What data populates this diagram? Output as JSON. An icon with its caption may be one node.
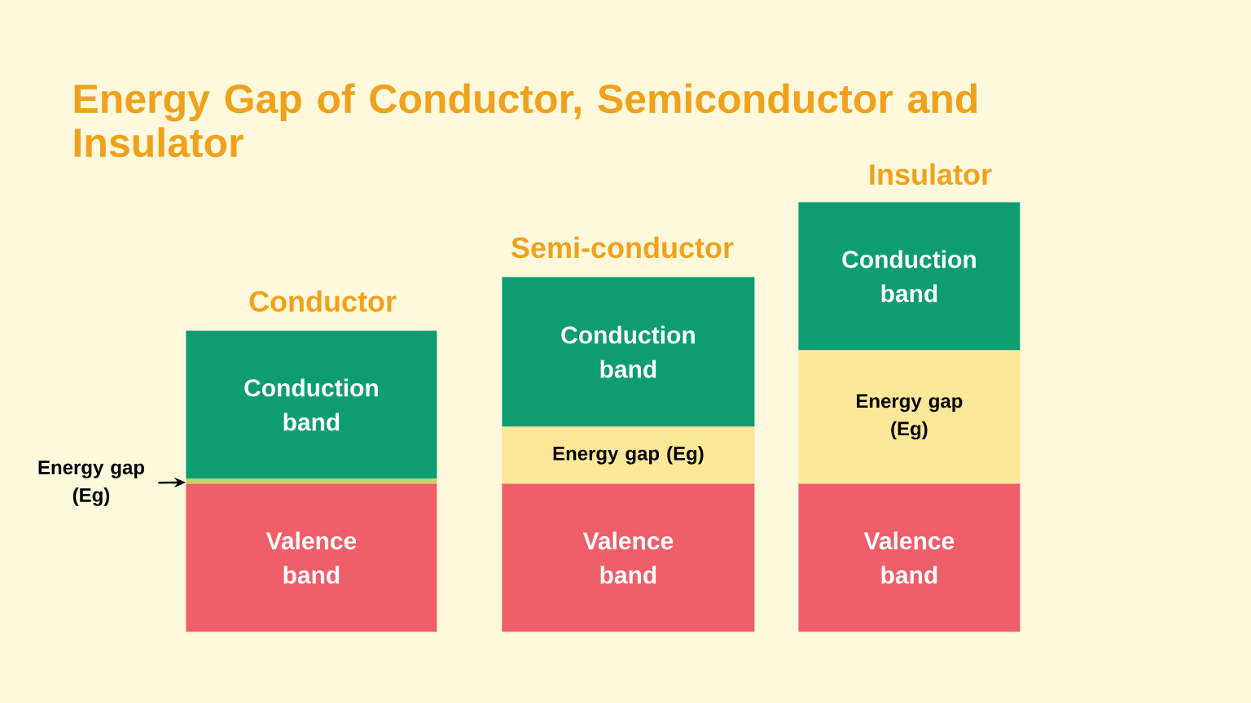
{
  "diagram": {
    "title": "Energy Gap of Conductor, Semiconductor and Insulator",
    "nodes": [
      {
        "text": [
          "Conduction band"
        ]
      },
      {
        "text": [],
        "shape": "bar"
      },
      {
        "text": [
          "Valence band"
        ]
      },
      {
        "text": [
          "Energy gap (Eg)"
        ]
      },
      {
        "text": [
          "Conduction band"
        ]
      },
      {
        "text": [
          "Energy gap (Eg)"
        ]
      },
      {
        "text": [
          "Valence band"
        ]
      },
      {
        "text": [
          "Conduction band"
        ]
      },
      {
        "text": [
          "Energy gap (Eg)"
        ]
      },
      {
        "text": [
          "Valence band"
        ]
      }
    ],
    "edges": [
      {
        "from": 3,
        "to": 1,
        "arrow": "to"
      }
    ],
    "labels": [
      "Conductor",
      "Semi-conductor",
      "Insulator"
    ]
  }
}
